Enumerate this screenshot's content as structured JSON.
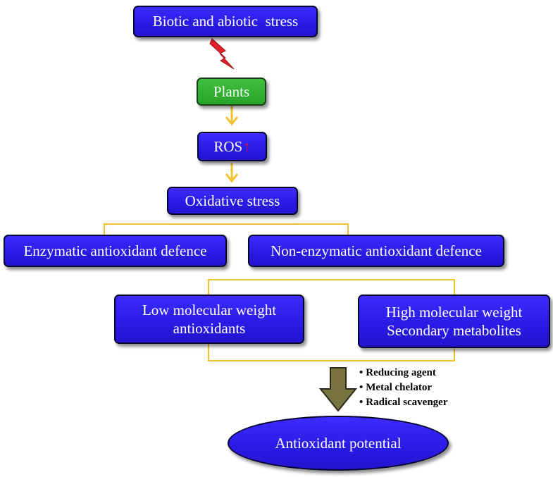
{
  "nodes": {
    "stress": "Biotic and abiotic  stress",
    "plants": "Plants",
    "ros": "ROS",
    "oxidative": "Oxidative stress",
    "enzymatic": "Enzymatic antioxidant defence",
    "non_enzymatic": "Non-enzymatic antioxidant defence",
    "low_mw_line1": "Low molecular weight",
    "low_mw_line2": "antioxidants",
    "high_mw_line1": "High molecular weight",
    "high_mw_line2": "Secondary metabolites",
    "antioxidant_potential": "Antioxidant potential"
  },
  "mechanisms": [
    "Reducing agent",
    "Metal chelator",
    "Radical scavenger"
  ],
  "colors": {
    "box_blue": "#2a1be6",
    "box_green": "#28a428",
    "connector": "#f2c12e",
    "lightning": "#e0202a",
    "down_arrow": "#7a7440"
  },
  "icons": [
    "lightning-bolt-icon",
    "up-arrow-icon",
    "down-arrow-icon"
  ]
}
